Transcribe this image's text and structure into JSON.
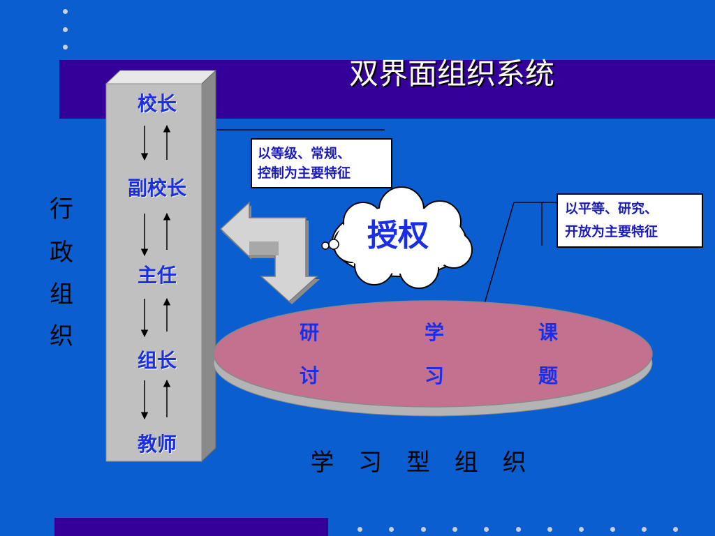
{
  "title": "双界面组织系统",
  "hierarchy": [
    "校长",
    "副校长",
    "主任",
    "组长",
    "教师"
  ],
  "side_label": [
    "行",
    "政",
    "组",
    "织"
  ],
  "box_admin": {
    "line1": "以等级、常规、",
    "line2": "控制为主要特征"
  },
  "box_learning": {
    "line1": "以平等、研究、",
    "line2": "开放为主要特征"
  },
  "cloud_text": "授权",
  "ellipse_items": [
    {
      "top": "研",
      "bottom": "讨"
    },
    {
      "top": "学",
      "bottom": "习"
    },
    {
      "top": "课",
      "bottom": "题"
    }
  ],
  "learning_org_label": "学 习 型 组 织",
  "colors": {
    "background": "#0a5ecf",
    "band": "#330099",
    "label_blue": "#1a2ee6",
    "ellipse_fill": "#c4708f",
    "column_fill": "#c0c0c0"
  }
}
